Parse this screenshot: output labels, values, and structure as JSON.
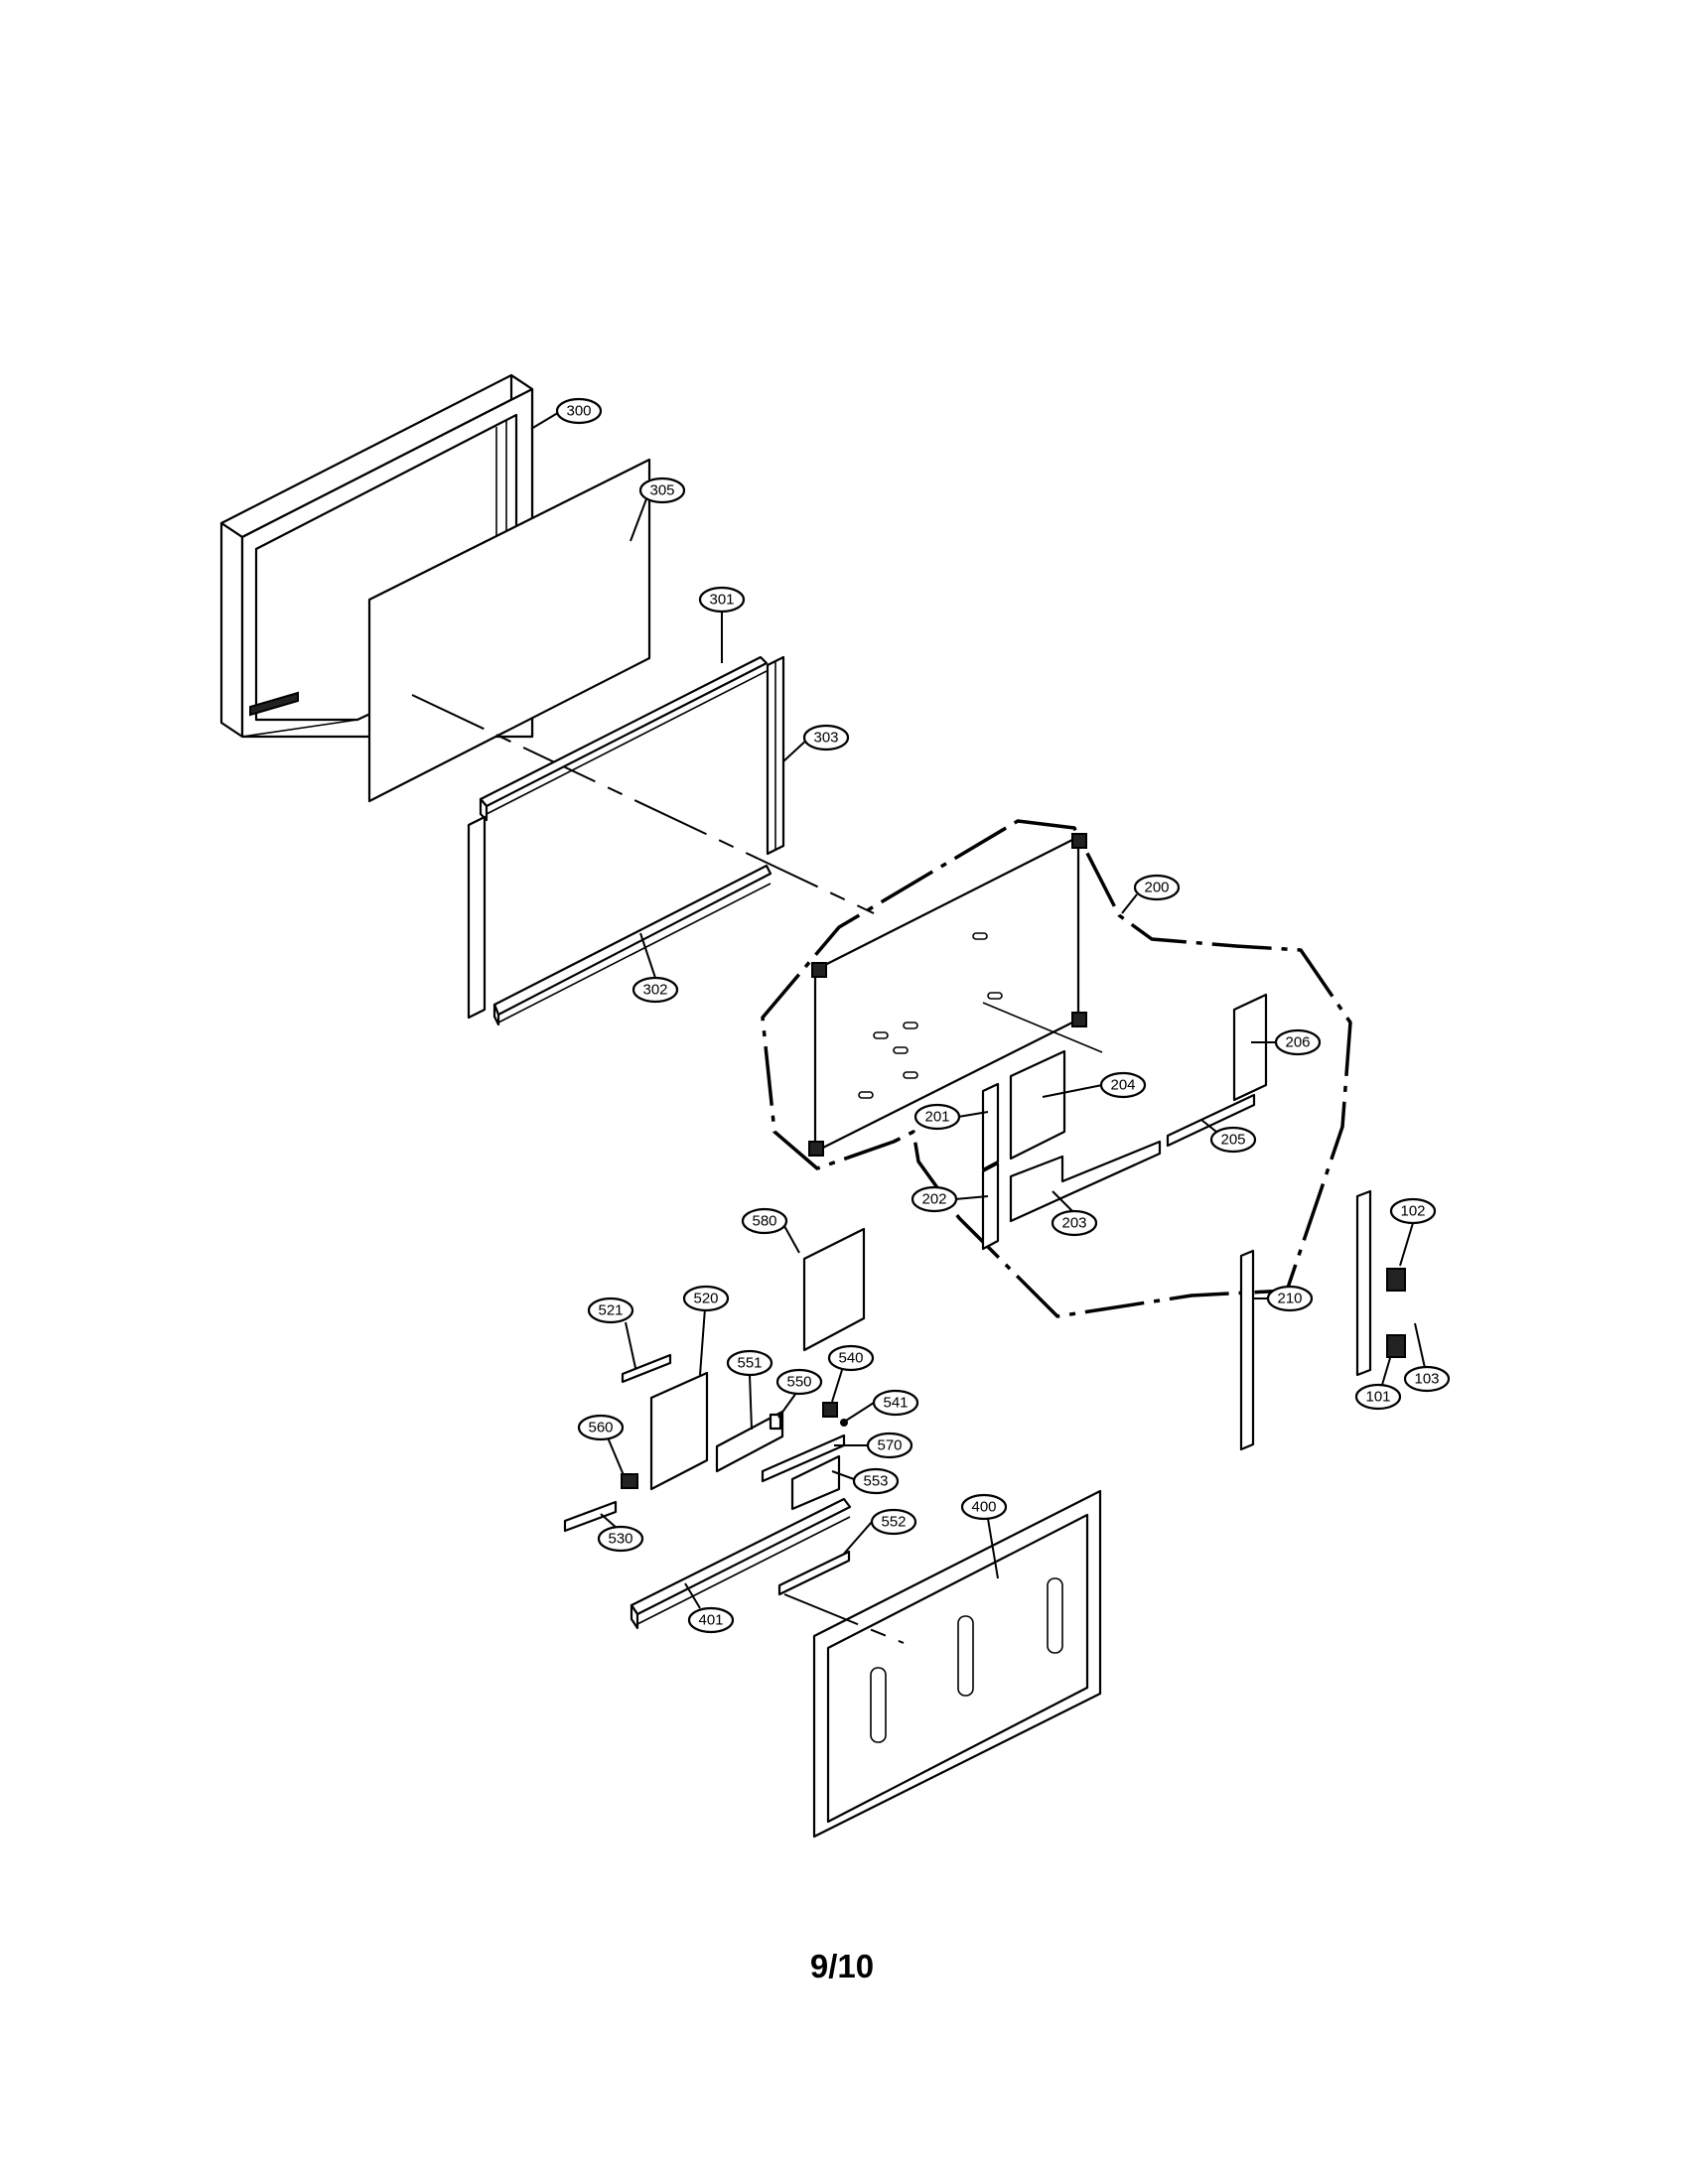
{
  "page_number": "9/10",
  "callouts": {
    "c300": "300",
    "c305": "305",
    "c301": "301",
    "c303": "303",
    "c302": "302",
    "c200": "200",
    "c206": "206",
    "c204": "204",
    "c201": "201",
    "c205": "205",
    "c202": "202",
    "c203": "203",
    "c580": "580",
    "c102": "102",
    "c210": "210",
    "c521": "521",
    "c520": "520",
    "c540": "540",
    "c551": "551",
    "c550": "550",
    "c541": "541",
    "c560": "560",
    "c570": "570",
    "c553": "553",
    "c530": "530",
    "c552": "552",
    "c400": "400",
    "c401": "401",
    "c101": "101",
    "c103": "103"
  }
}
